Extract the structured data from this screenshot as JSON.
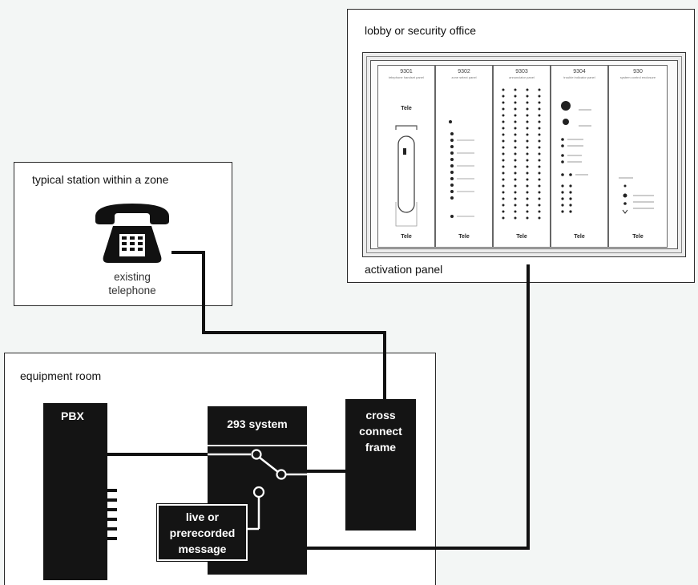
{
  "lobby": {
    "title": "lobby or security office",
    "panel_label": "activation panel",
    "modules": [
      {
        "code": "9301",
        "name": "telephone handset panel"
      },
      {
        "code": "9302",
        "name": "zone select panel"
      },
      {
        "code": "9303",
        "name": "annunciator panel"
      },
      {
        "code": "9304",
        "name": "trouble indicator panel"
      },
      {
        "code": "930",
        "name": "system control enclosure"
      }
    ],
    "brand_mark": "Tele"
  },
  "station": {
    "title": "typical station within a zone",
    "phone_label_line1": "existing",
    "phone_label_line2": "telephone"
  },
  "equipment": {
    "title": "equipment room",
    "pbx_label": "PBX",
    "system_label": "293 system",
    "ccf_line1": "cross",
    "ccf_line2": "connect",
    "ccf_line3": "frame",
    "msg_line1": "live or",
    "msg_line2": "prerecorded",
    "msg_line3": "message"
  },
  "colors": {
    "background": "#f3f6f5",
    "box_fill": "#ffffff",
    "dark_block": "#141414",
    "wire": "#111111"
  },
  "icons": [
    "telephone-icon",
    "switch-icon"
  ]
}
